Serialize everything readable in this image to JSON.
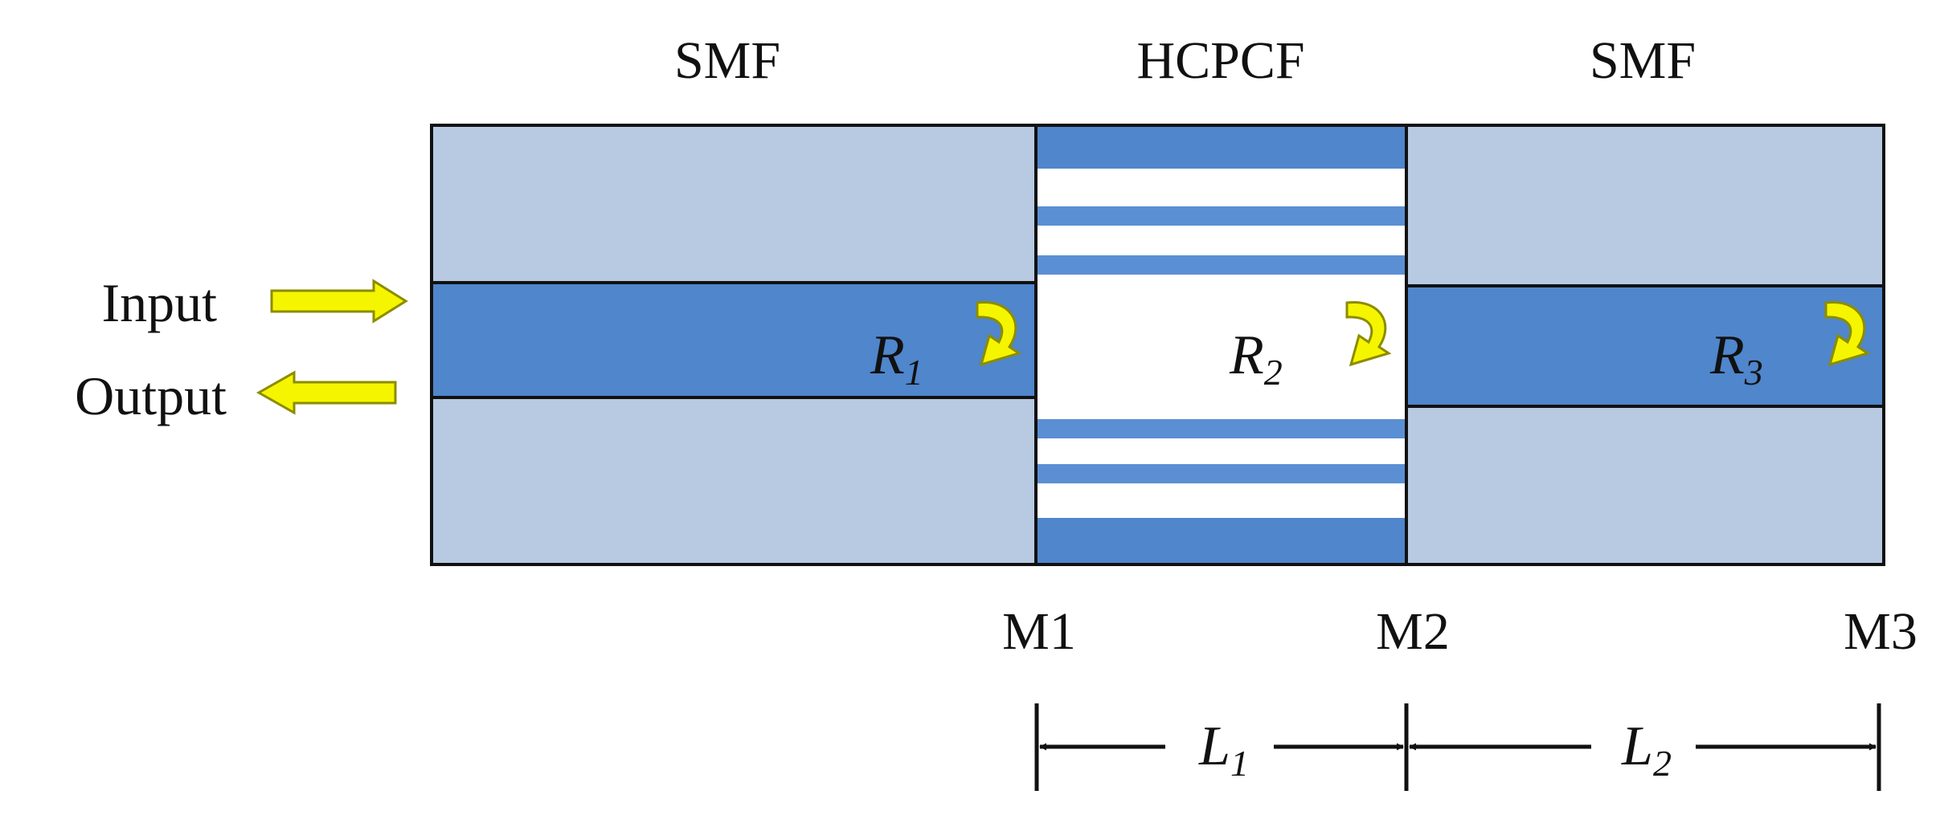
{
  "colors": {
    "cladding": "#b8cae2",
    "core": "#4f86cc",
    "hollow": "#ffffff",
    "stripe": "#5b8fd3",
    "arrow_fill": "#f5f500",
    "arrow_stroke": "#8c8c00",
    "outline": "#111111"
  },
  "sections": {
    "left": "SMF",
    "middle": "HCPCF",
    "right": "SMF"
  },
  "io": {
    "input": "Input",
    "output": "Output"
  },
  "reflections": {
    "r1": {
      "base": "R",
      "sub": "1"
    },
    "r2": {
      "base": "R",
      "sub": "2"
    },
    "r3": {
      "base": "R",
      "sub": "3"
    }
  },
  "mirrors": {
    "m1": "M1",
    "m2": "M2",
    "m3": "M3"
  },
  "lengths": {
    "l1": {
      "base": "L",
      "sub": "1"
    },
    "l2": {
      "base": "L",
      "sub": "2"
    }
  },
  "icons": {
    "reflection": "curved-reflection-arrow-icon",
    "input": "right-block-arrow-icon",
    "output": "left-block-arrow-icon"
  }
}
